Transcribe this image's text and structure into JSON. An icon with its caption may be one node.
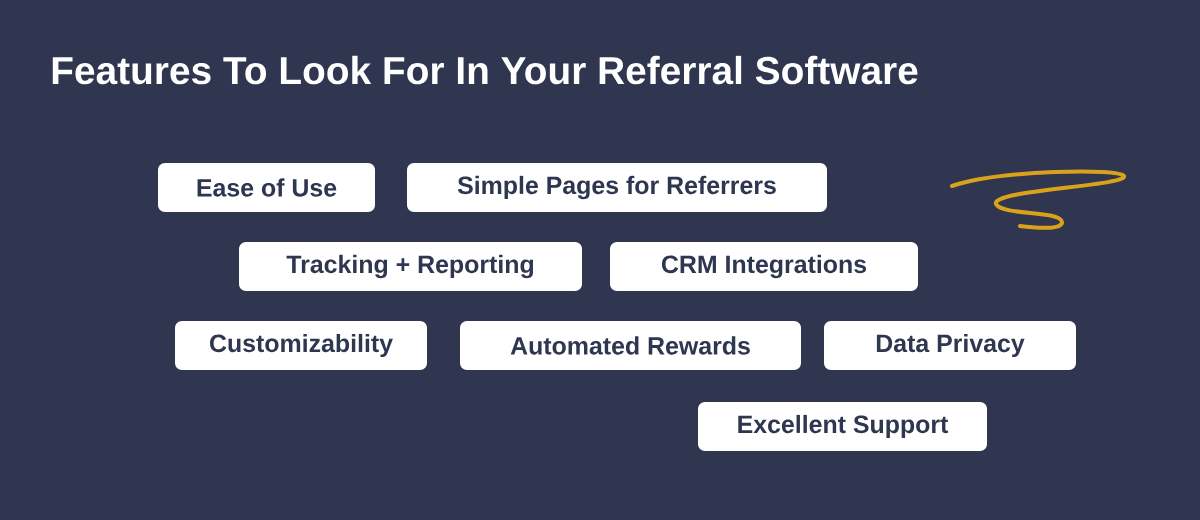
{
  "diagram": {
    "title": "Features To Look For In Your Referral Software",
    "nodes": [
      {
        "text": [
          "Ease of Use"
        ]
      },
      {
        "text": [
          "Simple Pages for Referrers"
        ]
      },
      {
        "text": [
          "Tracking + Reporting"
        ]
      },
      {
        "text": [
          "CRM Integrations"
        ]
      },
      {
        "text": [
          "Customizability"
        ]
      },
      {
        "text": [
          "Automated Rewards"
        ]
      },
      {
        "text": [
          "Data Privacy"
        ]
      },
      {
        "text": [
          "Excellent Support"
        ]
      }
    ]
  }
}
